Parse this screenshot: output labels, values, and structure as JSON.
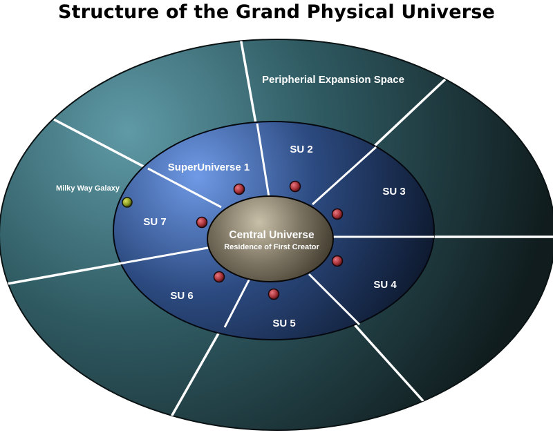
{
  "title": "Structure of the Grand Physical Universe",
  "labels": {
    "outer": "Peripherial Expansion Space",
    "su1": "SuperUniverse 1",
    "su2": "SU 2",
    "su3": "SU 3",
    "su4": "SU 4",
    "su5": "SU 5",
    "su6": "SU 6",
    "su7": "SU 7",
    "milky_way": "Milky Way Galaxy",
    "center_title": "Central Universe",
    "center_subtitle": "Residence of First Creator"
  },
  "colors": {
    "outer_light": "#5f9aa6",
    "outer_dark": "#101c1e",
    "inner_light": "#6f9ae6",
    "inner_dark": "#0a1426",
    "center_light": "#c8c0a8",
    "center_dark": "#3a3428",
    "planet": "#a8323a",
    "milky_way": "#8a9a20",
    "divider": "#ffffff"
  }
}
